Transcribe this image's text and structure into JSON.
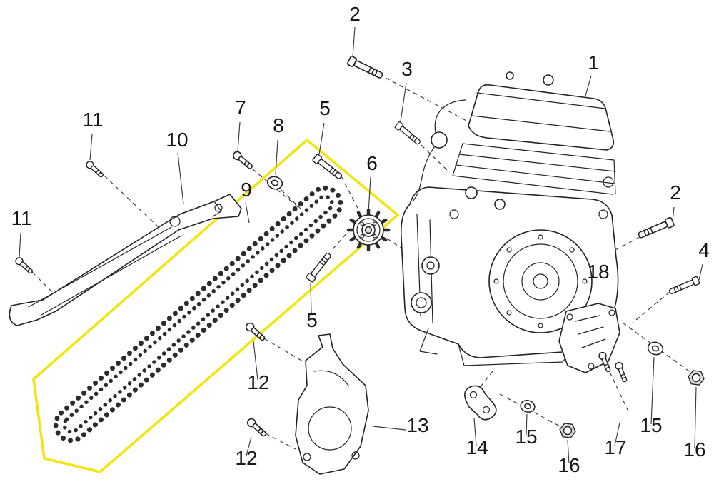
{
  "diagram": {
    "highlight_color": "#f2e50e",
    "line_color": "#232323",
    "background": "#ffffff"
  },
  "labels": {
    "engine": "1",
    "bolt2_top": "2",
    "bolt3": "3",
    "bolt2_right": "2",
    "bolt4": "4",
    "bolt5_top": "5",
    "bolt5_mid": "5",
    "sprocket6": "6",
    "bolt7": "7",
    "washer8": "8",
    "chain9": "9",
    "guide10": "10",
    "bolt11_top": "11",
    "bolt11_left": "11",
    "bolt12_up": "12",
    "bolt12_low": "12",
    "cover13": "13",
    "bracket14": "14",
    "washer15_mid": "15",
    "nut16_mid": "16",
    "bolt17": "17",
    "washer15_right": "15",
    "nut16_right": "16",
    "guard18": "18"
  }
}
